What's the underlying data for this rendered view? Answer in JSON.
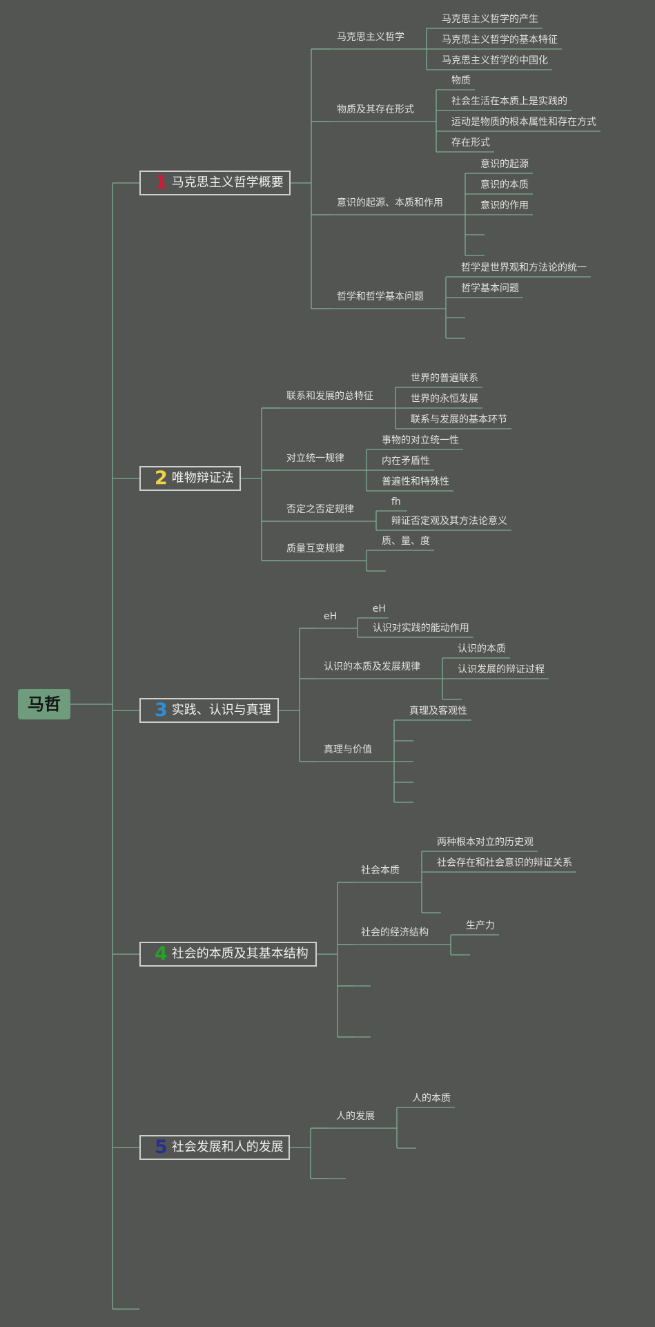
{
  "root": "马哲",
  "colors": {
    "background": "#535552",
    "line": "#7fae94",
    "root_fill": "#6f9c7c",
    "num1": "#c81e3a",
    "num2": "#f0d24a",
    "num3": "#2f8ed8",
    "num4": "#2aa02a",
    "num5": "#27308f"
  },
  "sections": [
    {
      "num": "1",
      "title": "马克思主义哲学概要",
      "children": [
        {
          "label": "马克思主义哲学",
          "leaves": [
            "马克思主义哲学的产生",
            "马克思主义哲学的基本特征",
            "马克思主义哲学的中国化"
          ]
        },
        {
          "label": "物质及其存在形式",
          "leaves": [
            "物质",
            "社会生活在本质上是实践的",
            "运动是物质的根本属性和存在方式",
            "存在形式"
          ]
        },
        {
          "label": "意识的起源、本质和作用",
          "leaves": [
            "意识的起源",
            "意识的本质",
            "意识的作用",
            "",
            ""
          ]
        },
        {
          "label": "哲学和哲学基本问题",
          "leaves": [
            "哲学是世界观和方法论的统一",
            "哲学基本问题",
            "",
            ""
          ]
        }
      ]
    },
    {
      "num": "2",
      "title": "唯物辩证法",
      "children": [
        {
          "label": "联系和发展的总特征",
          "leaves": [
            "世界的普遍联系",
            "世界的永恒发展",
            "联系与发展的基本环节"
          ]
        },
        {
          "label": "对立统一规律",
          "leaves": [
            "事物的对立统一性",
            "内在矛盾性",
            "普遍性和特殊性"
          ]
        },
        {
          "label": "否定之否定规律",
          "leaves": [
            "fh",
            "辩证否定观及其方法论意义"
          ]
        },
        {
          "label": "质量互变规律",
          "leaves": [
            "质、量、度",
            ""
          ]
        }
      ]
    },
    {
      "num": "3",
      "title": "实践、认识与真理",
      "children": [
        {
          "label": "eH",
          "leaves": [
            "eH",
            "认识对实践的能动作用"
          ]
        },
        {
          "label": "认识的本质及发展规律",
          "leaves": [
            "认识的本质",
            "认识发展的辩证过程",
            ""
          ]
        },
        {
          "label": "真理与价值",
          "leaves": [
            "真理及客观性",
            "",
            "",
            "",
            ""
          ]
        }
      ]
    },
    {
      "num": "4",
      "title": "社会的本质及其基本结构",
      "children": [
        {
          "label": "社会本质",
          "leaves": [
            "两种根本对立的历史观",
            "社会存在和社会意识的辩证关系",
            ""
          ]
        },
        {
          "label": "社会的经济结构",
          "leaves": [
            "生产力",
            ""
          ]
        },
        {
          "label": "",
          "leaves": []
        },
        {
          "label": "",
          "leaves": []
        }
      ]
    },
    {
      "num": "5",
      "title": "社会发展和人的发展",
      "children": [
        {
          "label": "人的发展",
          "leaves": [
            "人的本质",
            ""
          ]
        },
        {
          "label": "",
          "leaves": []
        }
      ]
    }
  ]
}
